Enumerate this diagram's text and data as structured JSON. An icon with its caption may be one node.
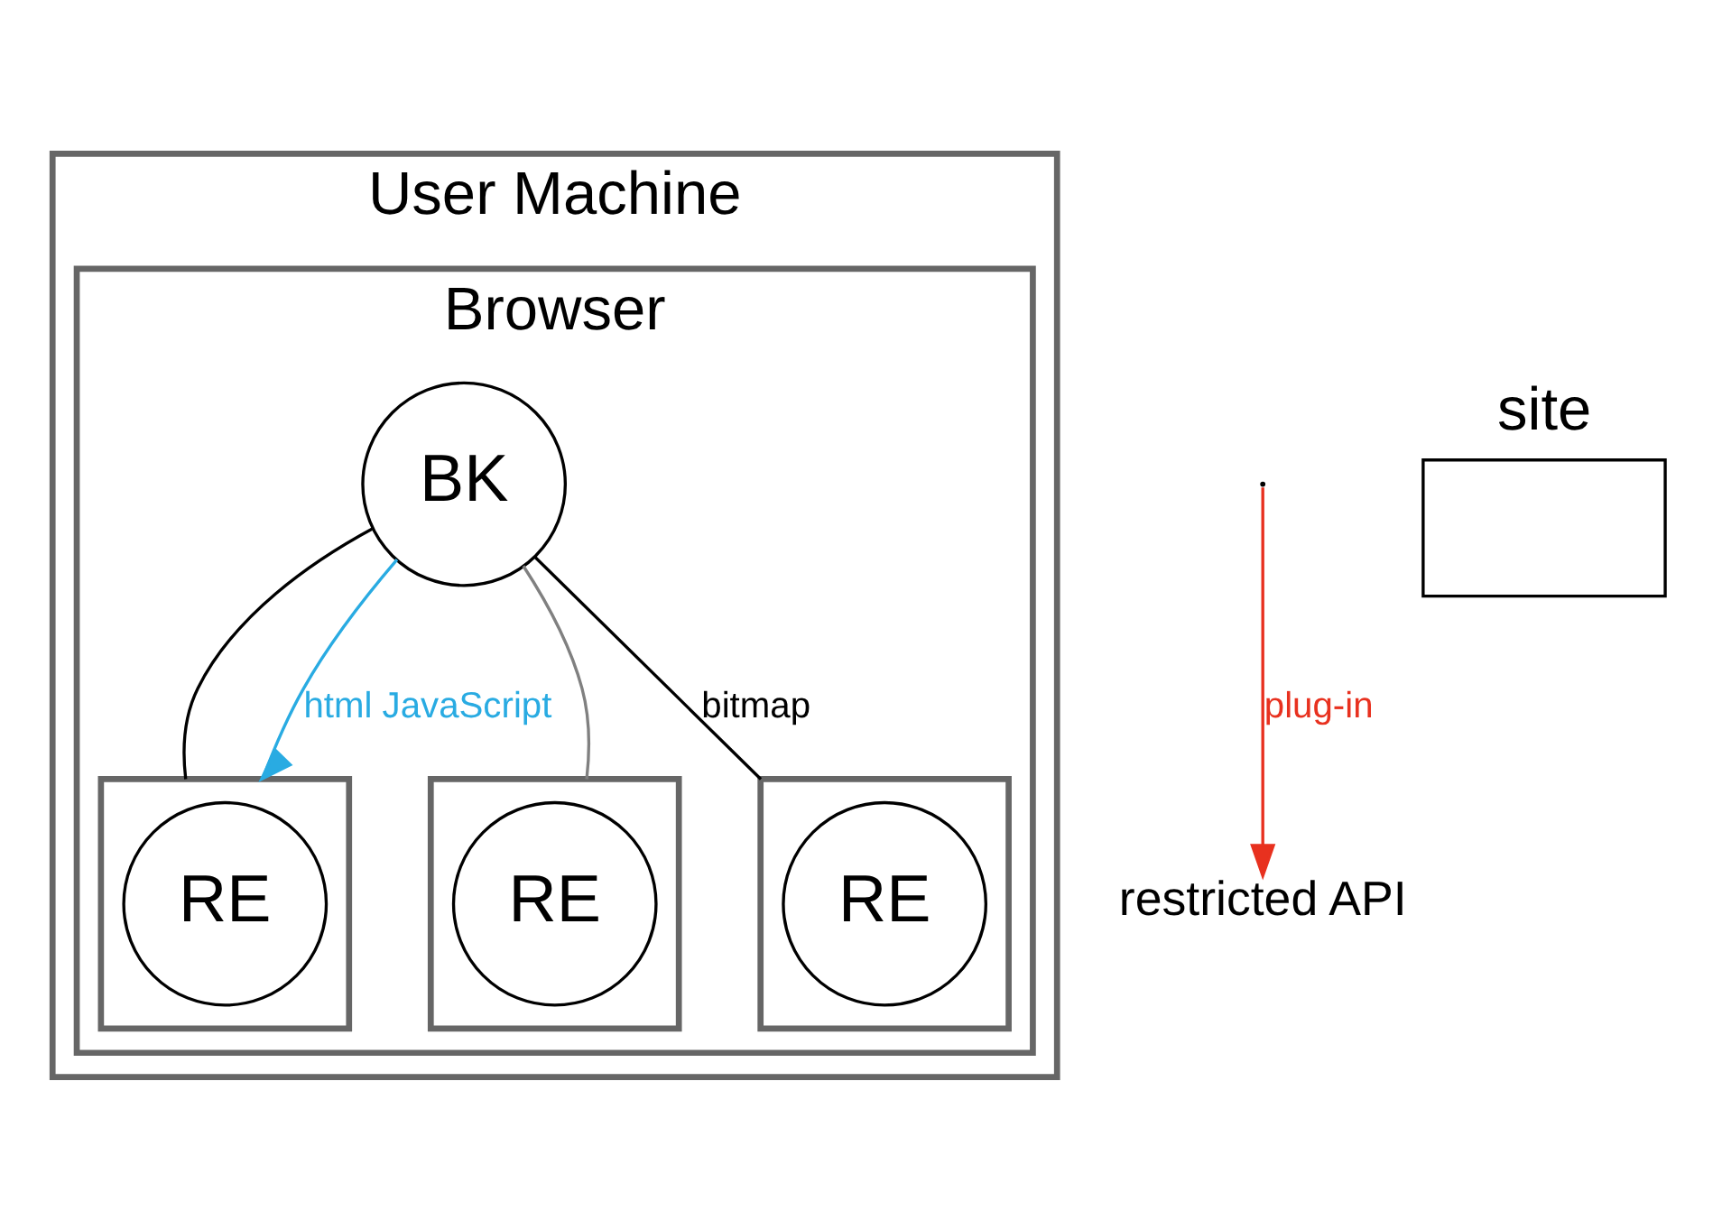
{
  "diagram": {
    "nodes": [
      {
        "text": [
          "User Machine"
        ]
      },
      {
        "text": [
          "Browser"
        ],
        "in": 0
      },
      {
        "text": [],
        "shape": "box",
        "in": 1
      },
      {
        "text": [
          "RE"
        ],
        "in": 2
      },
      {
        "text": [],
        "shape": "box",
        "in": 1
      },
      {
        "text": [
          "RE"
        ],
        "in": 4
      },
      {
        "text": [],
        "shape": "box",
        "in": 1
      },
      {
        "text": [
          "RE"
        ],
        "in": 6
      },
      {
        "text": [
          "BK"
        ],
        "in": 1
      },
      {
        "text": [
          "restricted API"
        ]
      },
      {
        "text": [
          "site"
        ]
      }
    ],
    "edges": [
      {
        "from": 8,
        "to": 2,
        "arrow": "none"
      },
      {
        "from": 8,
        "to": 4,
        "arrow": "none",
        "color": "#808080"
      },
      {
        "from": 8,
        "to": 6,
        "arrow": "none",
        "label": "bitmap"
      },
      {
        "from": 8,
        "to": 2,
        "arrow": "to",
        "label": "html JavaScript",
        "color": "#29abe2"
      },
      {
        "from": null,
        "to": 9,
        "arrow": "to",
        "label": "plug-in",
        "color": "#e8311f"
      }
    ]
  }
}
